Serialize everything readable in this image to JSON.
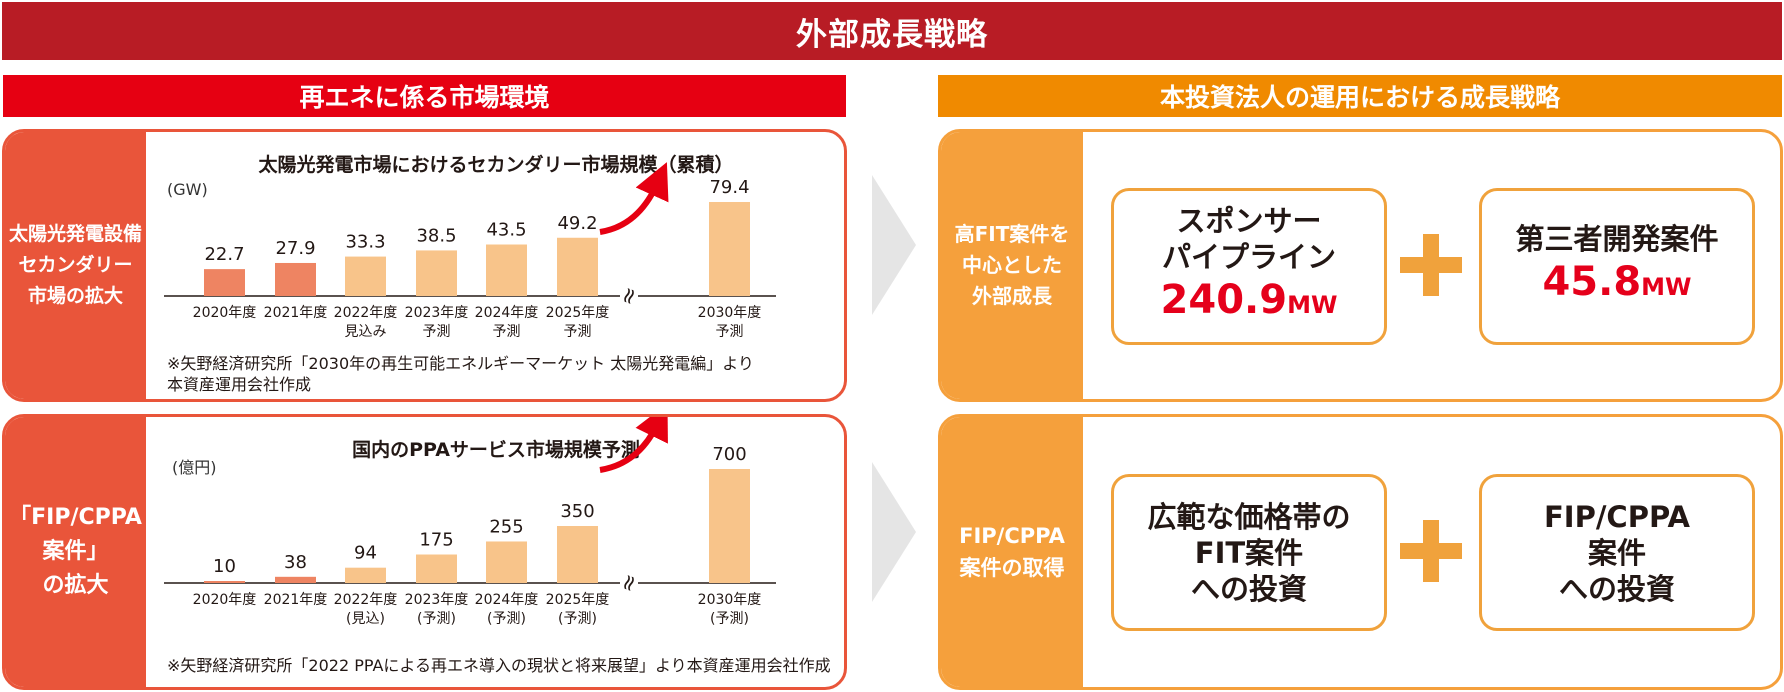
{
  "banner": {
    "title": "外部成長戦略"
  },
  "left_header": "再エネに係る市場環境",
  "right_header": "本投資法人の運用における成長戦略",
  "panels": {
    "left_top": {
      "side": "太陽光発電設備\nセカンダリー\n市場の拡大"
    },
    "left_bottom": {
      "side": "「FIP/CPPA\n案件」\nの拡大"
    },
    "right_top": {
      "side": "高FIT案件を\n中心とした\n外部成長"
    },
    "right_bottom": {
      "side": "FIP/CPPA\n案件の取得"
    }
  },
  "chart_data": [
    {
      "type": "bar",
      "title": "太陽光発電市場におけるセカンダリー市場規模（累積）",
      "unit": "(GW)",
      "categories": [
        "2020年度",
        "2021年度",
        "2022年度\n見込み",
        "2023年度\n予測",
        "2024年度\n予測",
        "2025年度\n予測",
        "2030年度\n予測"
      ],
      "values": [
        22.7,
        27.9,
        33.3,
        38.5,
        43.5,
        49.2,
        79.4
      ],
      "value_labels": [
        "22.7",
        "27.9",
        "33.3",
        "38.5",
        "43.5",
        "49.2",
        "79.4"
      ],
      "bar_colors": [
        "#ee8462",
        "#ee8462",
        "#f8c48a",
        "#f8c48a",
        "#f8c48a",
        "#f8c48a",
        "#f8c48a"
      ],
      "axis_break": "≈",
      "note": "※矢野経済研究所「2030年の再生可能エネルギーマーケット 太陽光発電編」より\n本資産運用会社作成"
    },
    {
      "type": "bar",
      "title": "国内のPPAサービス市場規模予測",
      "unit": "(億円)",
      "categories": [
        "2020年度",
        "2021年度",
        "2022年度\n(見込)",
        "2023年度\n(予測)",
        "2024年度\n(予測)",
        "2025年度\n(予測)",
        "2030年度\n(予測)"
      ],
      "values": [
        10,
        38,
        94,
        175,
        255,
        350,
        700
      ],
      "value_labels": [
        "10",
        "38",
        "94",
        "175",
        "255",
        "350",
        "700"
      ],
      "bar_colors": [
        "#ee8462",
        "#ee8462",
        "#f8c48a",
        "#f8c48a",
        "#f8c48a",
        "#f8c48a",
        "#f8c48a"
      ],
      "axis_break": "≈",
      "note": "※矢野経済研究所「2022 PPAによる再エネ導入の現状と将来展望」より本資産運用会社作成"
    }
  ],
  "strategy": {
    "top": {
      "box1": {
        "text": "スポンサー\nパイプライン",
        "value": "240.9",
        "unit": "MW"
      },
      "box2": {
        "text": "第三者開発案件",
        "value": "45.8",
        "unit": "MW"
      }
    },
    "bottom": {
      "box1": {
        "text": "広範な価格帯の\nFIT案件\nへの投資"
      },
      "box2": {
        "text": "FIP/CPPA\n案件\nへの投資"
      }
    }
  },
  "colors": {
    "banner": "#b81c25",
    "left_header": "#e60012",
    "left_side": "#e9553a",
    "right_header": "#f08a00",
    "right_side": "#f5a03c",
    "box_border": "#f0a23c",
    "accent_value": "#e5001b",
    "arrow_gray": "#e5e5e5"
  }
}
